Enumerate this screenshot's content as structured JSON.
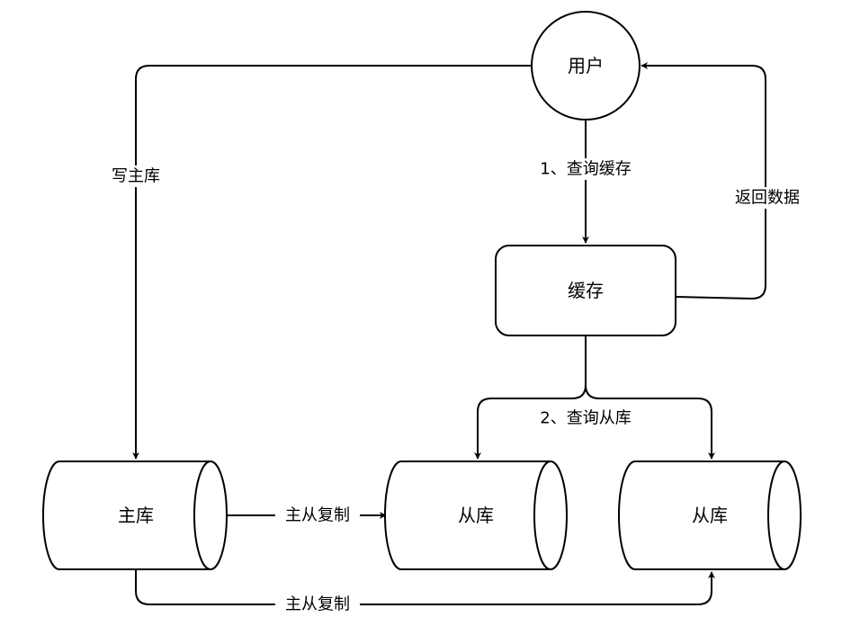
{
  "nodes": {
    "user": "用户",
    "cache": "缓存",
    "master_db": "主库",
    "slave_db_1": "从库",
    "slave_db_2": "从库"
  },
  "edges": {
    "write_master": "写主库",
    "query_cache": "1、查询缓存",
    "return_data": "返回数据",
    "query_slave": "2、查询从库",
    "replication_1": "主从复制",
    "replication_2": "主从复制"
  },
  "colors": {
    "stroke": "#000000",
    "fill": "#ffffff",
    "text": "#000000"
  }
}
